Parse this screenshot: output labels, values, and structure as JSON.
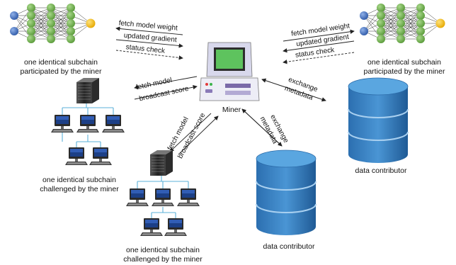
{
  "nodes": {
    "miner": {
      "label": "Miner"
    },
    "subchain_top_left": {
      "line1": "one identical subchain",
      "line2": "participated by the miner"
    },
    "subchain_top_right": {
      "line1": "one identical subchain",
      "line2": "participated by the miner"
    },
    "challenged_mid": {
      "line1": "one identical subchain",
      "line2": "challenged by the miner"
    },
    "challenged_bottom": {
      "line1": "one identical subchain",
      "line2": "challenged by the miner"
    },
    "contributor_right": {
      "label": "data contributor"
    },
    "contributor_bottom": {
      "label": "data contributor"
    }
  },
  "edges": {
    "left_top": {
      "fetch": "fetch model weight",
      "gradient": "updated gradient",
      "status": "status check"
    },
    "right_top": {
      "fetch": "fetch model weight",
      "gradient": "updated gradient",
      "status": "status check"
    },
    "left_mid": {
      "fetch": "fetch model",
      "score": "broadcast score"
    },
    "diag": {
      "fetch": "fetch model",
      "score": "broadcast score"
    },
    "exch_right": {
      "line1": "exchange",
      "line2": "metadata"
    },
    "exch_down": {
      "line1": "exchange",
      "line2": "metadata"
    }
  },
  "colors": {
    "input_node": "#4472c4",
    "hidden_node": "#70ad47",
    "output_node": "#ffc000",
    "database": "#2e75b6",
    "connector": "#5bb0d8",
    "miner_screen": "#5ec35e"
  }
}
